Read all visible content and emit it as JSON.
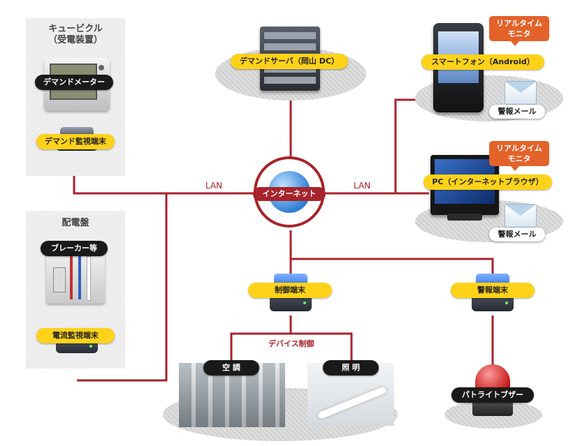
{
  "panels": {
    "cubicle_title_line1": "キュービクル",
    "cubicle_title_line2": "（受電装置）",
    "switchboard_title": "配電盤"
  },
  "labels": {
    "demand_meter": "デマンドメーター",
    "demand_terminal": "デマンド監視端末",
    "breaker": "ブレーカー等",
    "current_terminal": "電流監視端末",
    "demand_server": "デマンドサーバ（岡山 DC）",
    "internet": "インターネット",
    "smartphone": "スマートフォン（Android）",
    "pc": "PC（インターネットブラウザ）",
    "realtime_line1": "リアルタイム",
    "realtime_line2": "モニタ",
    "alert_mail": "警報メール",
    "control_terminal": "制御端末",
    "alarm_terminal": "警報端末",
    "device_control": "デバイス制御",
    "aircon": "空 調",
    "lighting": "照 明",
    "patlite_buzzer": "パトライトブザー",
    "lan": "LAN"
  },
  "colors": {
    "line": "#a8232b",
    "yellow": "#ffd21a",
    "orange": "#e2622a",
    "dark": "#1a1a1a"
  }
}
